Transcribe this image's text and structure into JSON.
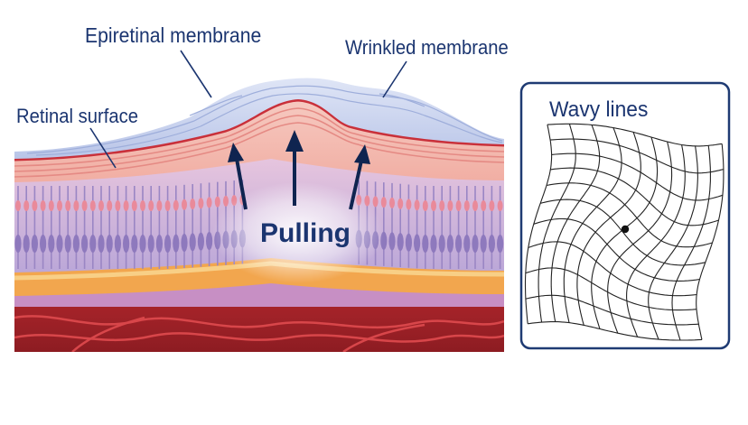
{
  "labels": {
    "epiretinal_membrane": "Epiretinal membrane",
    "wrinkled_membrane": "Wrinkled membrane",
    "retinal_surface": "Retinal surface",
    "pulling": "Pulling",
    "wavy_lines": "Wavy lines"
  },
  "colors": {
    "label_text": "#1b3570",
    "membrane": "#c6d0ec",
    "retina": "#f3b9ae",
    "photoreceptor": "#9a86c4",
    "rpe": "#f0a24a",
    "choroid": "#b8272c",
    "grid_border": "#1f3b73",
    "arrow": "#0f2450"
  },
  "grid": {
    "rows": 10,
    "cols": 10,
    "distortion": "central swirl"
  }
}
